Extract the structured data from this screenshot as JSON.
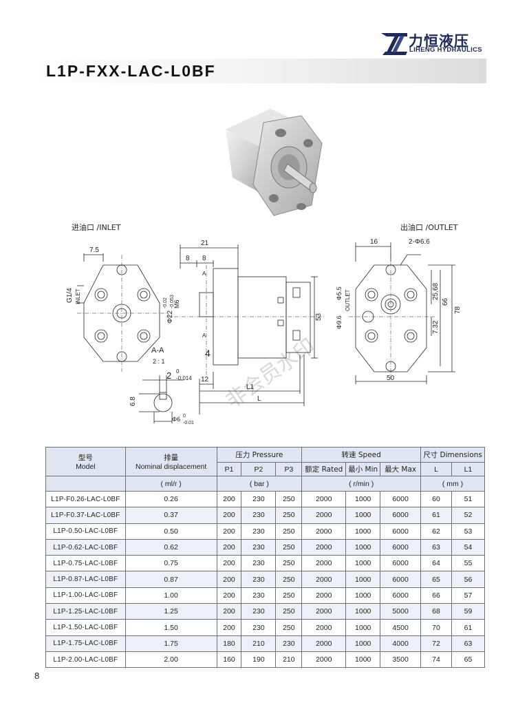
{
  "brand": {
    "name_cn": "力恒液压",
    "name_en": "LIHENG HYDRAULICS",
    "color": "#1f2a5a"
  },
  "title": "L1P-FXX-LAC-L0BF",
  "drawing": {
    "inlet_label": "进油口 /INLET",
    "outlet_label": "出油口 /OUTLET",
    "dims": {
      "d7_5": "7.5",
      "d21": "21",
      "d8a": "8",
      "d8b": "8",
      "d16": "16",
      "holes": "2-Φ6.6",
      "g14": "G1/4",
      "inlet_v": "INLET",
      "outlet_v": "OUTLET",
      "phi22": "Φ22",
      "tol_top": "-0.02",
      "tol_bot": "-0.053",
      "m6": "M6",
      "a_top": "A",
      "a_bot": "A",
      "section": "A-A",
      "scale": "2 : 1",
      "d4": "4",
      "d12": "12",
      "d53": "53",
      "phi5_5": "Φ5.5",
      "phi9_6": "Φ9.6",
      "d25_68": "25.68",
      "d66": "66",
      "d78": "78",
      "d7_32": "7.32",
      "d50": "50",
      "key_w": "2",
      "key_tol_top": "0",
      "key_tol_bot": "-0.014",
      "d6_8": "6.8",
      "l1": "L1",
      "l": "L",
      "phi6": "Φ6",
      "phi6_tol_top": "0",
      "phi6_tol_bot": "-0.01",
      "watermark": "非会员水印"
    }
  },
  "table": {
    "headers": {
      "model_cn": "型号",
      "model_en": "Model",
      "disp_cn": "排量",
      "disp_en": "Nominal displacement",
      "disp_unit": "( ml/r )",
      "pressure": "压力 Pressure",
      "p1": "P1",
      "p2": "P2",
      "p3": "P3",
      "pressure_unit": "( bar )",
      "speed": "转速 Speed",
      "rated": "额定 Rated",
      "min": "最小 Min",
      "max": "最大 Max",
      "speed_unit": "( r/min )",
      "dims": "尺寸 Dimensions",
      "l": "L",
      "l1": "L1",
      "dims_unit": "( mm )"
    },
    "rows": [
      [
        "L1P-F0.26-LAC-L0BF",
        "0.26",
        "200",
        "230",
        "250",
        "2000",
        "1000",
        "6000",
        "60",
        "51"
      ],
      [
        "L1P-F0.37-LAC-L0BF",
        "0.37",
        "200",
        "230",
        "250",
        "2000",
        "1000",
        "6000",
        "61",
        "52"
      ],
      [
        "L1P-0.50-LAC-L0BF",
        "0.50",
        "200",
        "230",
        "250",
        "2000",
        "1000",
        "6000",
        "62",
        "53"
      ],
      [
        "L1P-0.62-LAC-L0BF",
        "0.62",
        "200",
        "230",
        "250",
        "2000",
        "1000",
        "6000",
        "63",
        "54"
      ],
      [
        "L1P-0.75-LAC-L0BF",
        "0.75",
        "200",
        "230",
        "250",
        "2000",
        "1000",
        "6000",
        "64",
        "55"
      ],
      [
        "L1P-0.87-LAC-L0BF",
        "0.87",
        "200",
        "230",
        "250",
        "2000",
        "1000",
        "6000",
        "65",
        "56"
      ],
      [
        "L1P-1.00-LAC-L0BF",
        "1.00",
        "200",
        "230",
        "250",
        "2000",
        "1000",
        "6000",
        "66",
        "57"
      ],
      [
        "L1P-1.25-LAC-L0BF",
        "1.25",
        "200",
        "230",
        "250",
        "2000",
        "1000",
        "5000",
        "68",
        "59"
      ],
      [
        "L1P-1.50-LAC-L0BF",
        "1.50",
        "200",
        "230",
        "250",
        "2000",
        "1000",
        "4500",
        "70",
        "61"
      ],
      [
        "L1P-1.75-LAC-L0BF",
        "1.75",
        "180",
        "210",
        "230",
        "2000",
        "1000",
        "4000",
        "72",
        "63"
      ],
      [
        "L1P-2.00-LAC-L0BF",
        "2.00",
        "160",
        "190",
        "210",
        "2000",
        "1000",
        "3500",
        "74",
        "65"
      ]
    ]
  },
  "page_number": "8"
}
